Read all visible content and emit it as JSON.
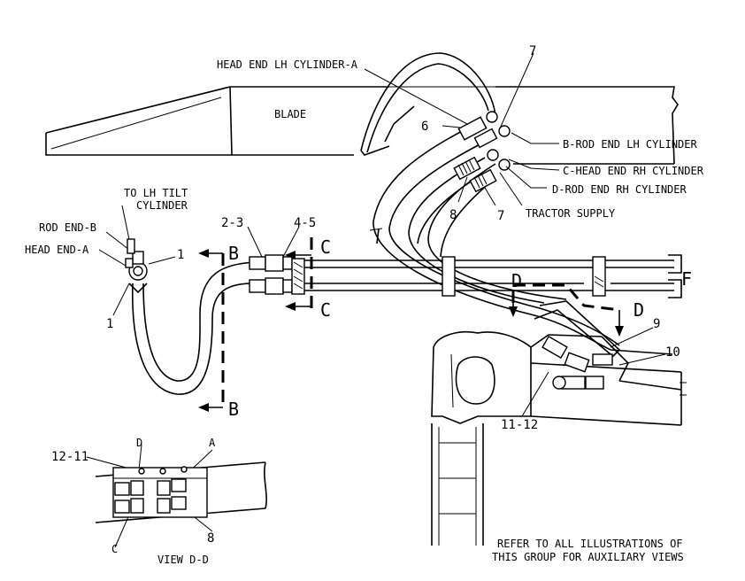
{
  "labels": {
    "head_end_lh": "HEAD END LH CYLINDER-A",
    "blade": "BLADE",
    "b_rod_end_lh": "B-ROD END LH CYLINDER",
    "c_head_end_rh": "C-HEAD END RH CYLINDER",
    "d_rod_end_rh": "D-ROD END RH CYLINDER",
    "tractor_supply": "TRACTOR SUPPLY",
    "to_lh_tilt_1": "TO LH TILT",
    "to_lh_tilt_2": "CYLINDER",
    "rod_end_b": "ROD END-B",
    "head_end_a": "HEAD END-A",
    "view_dd": "VIEW D-D",
    "refer_1": "REFER TO ALL ILLUSTRATIONS OF",
    "refer_2": "THIS GROUP FOR AUXILIARY VIEWS"
  },
  "callouts": {
    "n7_top": "7",
    "n6": "6",
    "n8": "8",
    "n7_bottom": "7",
    "n1_top": "1",
    "n1_bottom": "1",
    "n2_3": "2-3",
    "n4_5": "4-5",
    "n9": "9",
    "n10": "10",
    "n11_12": "11-12",
    "n12_11": "12-11",
    "n8_view": "8"
  },
  "section_letters": {
    "b_top": "B",
    "b_bottom": "B",
    "c_top": "C",
    "c_bottom": "C",
    "d_left": "D",
    "d_right": "D",
    "f": "F",
    "view_d": "D",
    "view_a": "A",
    "view_c": "C"
  }
}
